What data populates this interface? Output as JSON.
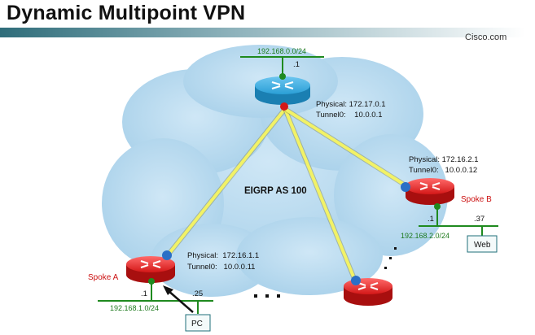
{
  "title": "Dynamic Multipoint VPN",
  "brand": "Cisco.com",
  "cloud_label": "EIGRP AS 100",
  "hub": {
    "lan": "192.168.0.0/24",
    "lan_host": ".1",
    "physical": "Physical: 172.17.0.1",
    "tunnel": "Tunnel0:    10.0.0.1"
  },
  "spoke_a": {
    "name": "Spoke A",
    "physical": "Physical:  172.16.1.1",
    "tunnel": "Tunnel0:   10.0.0.11",
    "lan": "192.168.1.0/24",
    "router_host": ".1",
    "pc_host": ".25",
    "pc_label": "PC"
  },
  "spoke_b": {
    "name": "Spoke B",
    "physical": "Physical: 172.16.2.1",
    "tunnel": "Tunnel0:   10.0.0.12",
    "lan": "192.168.2.0/24",
    "router_host": ".1",
    "web_host": ".37",
    "web_label": "Web"
  },
  "colors": {
    "hub_router": "#2a9fd6",
    "spoke_router": "#d41818",
    "tunnel_line": "#f2f266",
    "lan_line": "#1f8a1f",
    "cloud": "#bcdcf0"
  }
}
